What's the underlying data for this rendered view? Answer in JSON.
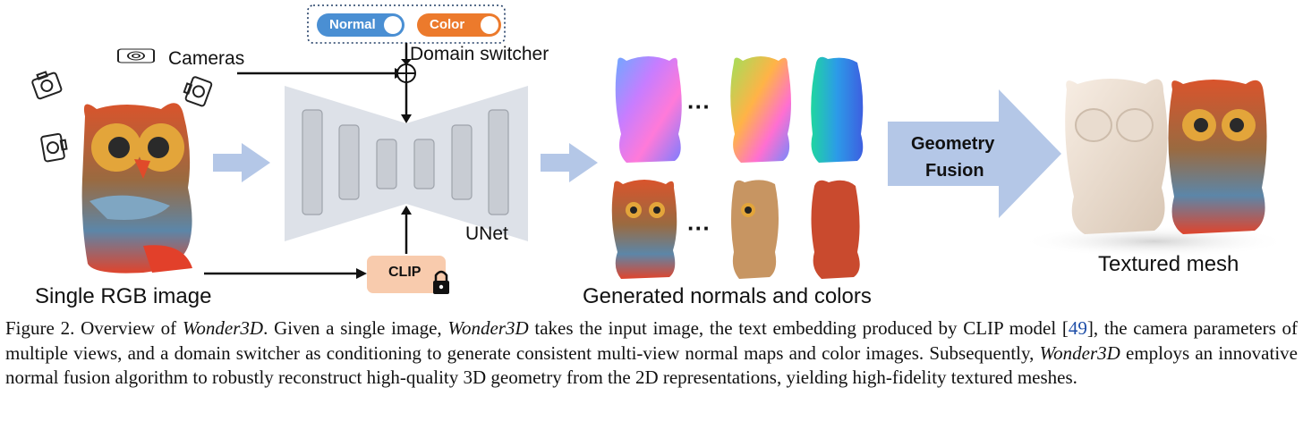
{
  "labels": {
    "cameras": "Cameras",
    "domain_switcher": "Domain switcher",
    "switch_normal": "Normal",
    "switch_color": "Color",
    "unet": "UNet",
    "clip": "CLIP",
    "input": "Single RGB image",
    "generated": "Generated normals and colors",
    "fusion_line1": "Geometry",
    "fusion_line2": "Fusion",
    "output": "Textured mesh",
    "ellipsis": "···"
  },
  "caption": {
    "p1": "Figure 2.  Overview of ",
    "w1": "Wonder3D",
    "p2": ". Given a single image, ",
    "w2": "Wonder3D",
    "p3": " takes the input image, the text embedding produced by CLIP model [",
    "cite": "49",
    "p4": "], the camera parameters of multiple views, and a domain switcher as conditioning to generate consistent multi-view normal maps and color images. Subsequently, ",
    "w3": "Wonder3D",
    "p5": " employs an innovative normal fusion algorithm to robustly reconstruct high-quality 3D geometry from the 2D representations, yielding high-fidelity textured meshes."
  },
  "colors": {
    "arrow_blue": "#b4c7e7",
    "unet_gray": "#dde1e8",
    "clip_orange": "#f8cbad",
    "normal_pill": "#4a8fd3",
    "color_pill": "#ec7a2c"
  }
}
